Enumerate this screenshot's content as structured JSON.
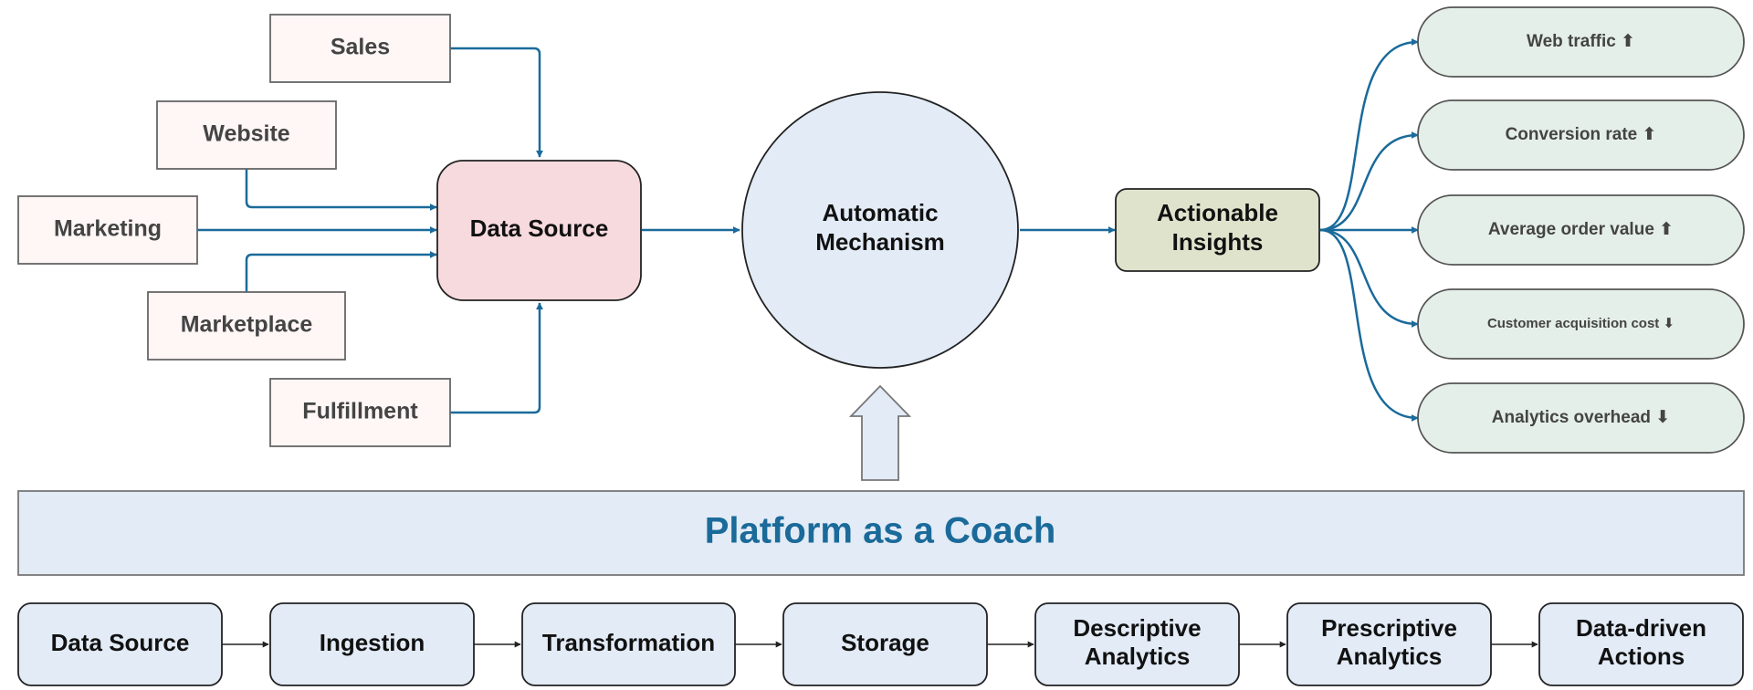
{
  "colors": {
    "arrow": "#1a6a9a",
    "source_fill": "#fff6f6",
    "data_source_fill": "#f7dadd",
    "circle_fill": "#e2ebf6",
    "insights_fill": "#dfe3cc",
    "outcome_fill": "#e5efe9",
    "platform_fill": "#e2ebf6",
    "platform_text": "#1a6a9a",
    "pipeline_fill": "#e2ebf6"
  },
  "sources": {
    "sales": "Sales",
    "website": "Website",
    "marketing": "Marketing",
    "marketplace": "Marketplace",
    "fulfillment": "Fulfillment"
  },
  "data_source": "Data Source",
  "mechanism": {
    "line1": "Automatic",
    "line2": "Mechanism"
  },
  "insights": {
    "line1": "Actionable",
    "line2": "Insights"
  },
  "outcomes": {
    "web_traffic": "Web traffic ⬆",
    "conversion_rate": "Conversion rate ⬆",
    "average_order_value": "Average order value ⬆",
    "customer_acquisition_cost": "Customer acquisition cost ⬇",
    "analytics_overhead": "Analytics overhead ⬇"
  },
  "platform": "Platform as a Coach",
  "pipeline": {
    "data_source": "Data Source",
    "ingestion": "Ingestion",
    "transformation": "Transformation",
    "storage": "Storage",
    "descriptive": {
      "line1": "Descriptive",
      "line2": "Analytics"
    },
    "prescriptive": {
      "line1": "Prescriptive",
      "line2": "Analytics"
    },
    "actions": {
      "line1": "Data-driven",
      "line2": "Actions"
    }
  }
}
